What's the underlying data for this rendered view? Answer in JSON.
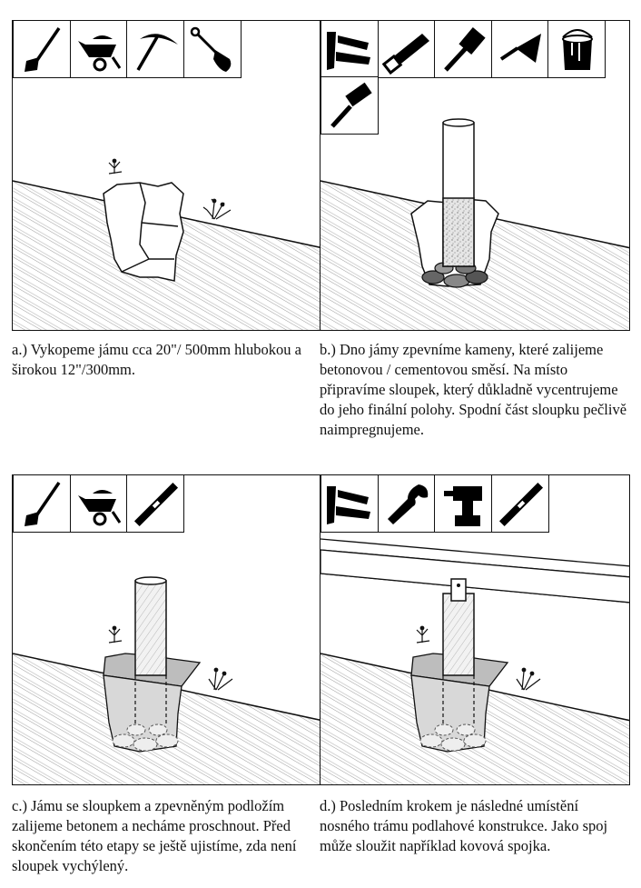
{
  "steps": [
    {
      "id": "a",
      "caption": "a.) Vykopeme jámu cca 20\"/ 500mm hlubokou a širokou 12\"/300mm.",
      "tools": [
        "shovel-icon",
        "wheelbarrow-icon",
        "pickaxe-icon",
        "spade-icon"
      ]
    },
    {
      "id": "b",
      "caption": "b.) Dno jámy zpevníme kameny, které zalijeme betonovou / cementovou směsí. Na místo připravíme sloupek, který důkladně vycentrujeme do jeho finální polohy. Spodní část sloupku pečlivě naimpregnujeme.",
      "tools": [
        "folding-ruler-icon",
        "handsaw-icon",
        "hammer-icon",
        "trowel-icon",
        "paint-can-icon",
        "paintbrush-icon"
      ]
    },
    {
      "id": "c",
      "caption": "c.) Jámu se sloupkem a zpevněným podložím zalijeme betonem a necháme proschnout. Před skončením této etapy se ještě ujistíme, zda není sloupek vychýlený.",
      "tools": [
        "shovel-icon",
        "wheelbarrow-icon",
        "spirit-level-icon"
      ]
    },
    {
      "id": "d",
      "caption": "d.) Posledním krokem je následné umístění nosného trámu podlahové konstrukce. Jako spoj může sloužit například kovová spojka.",
      "tools": [
        "folding-ruler-icon",
        "wrench-icon",
        "cordless-drill-icon",
        "spirit-level-icon"
      ]
    }
  ]
}
